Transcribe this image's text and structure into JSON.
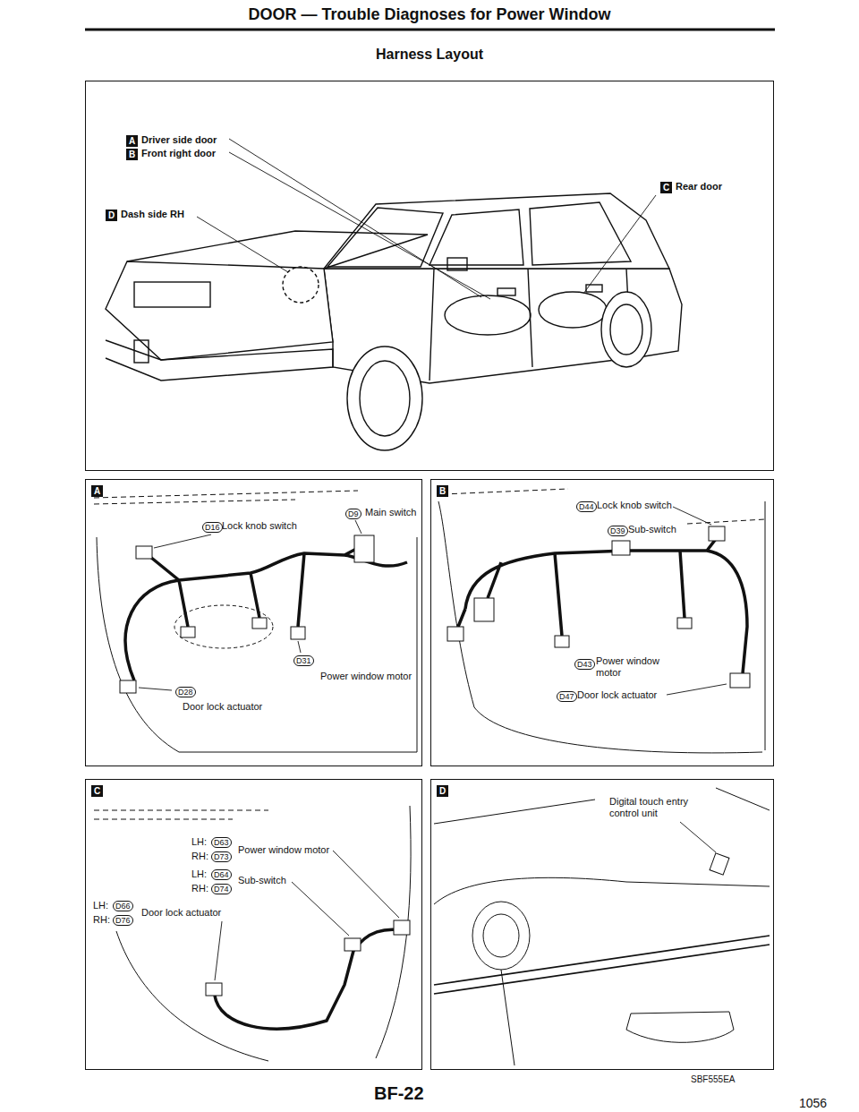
{
  "diagram": {
    "title": "DOOR — Trouble Diagnoses for Power Window",
    "nodes": [
      {
        "text": [
          "A",
          "Driver side door",
          "B",
          "Front right door",
          "C",
          "Rear door",
          "D",
          "Dash side RH"
        ]
      },
      {
        "text": [
          "A",
          "D16",
          "Lock knob switch",
          "D9",
          "Main switch",
          "D31",
          "Power window motor",
          "D28",
          "Door lock actuator"
        ]
      },
      {
        "text": [
          "B",
          "D44",
          "Lock knob switch",
          "D39",
          "Sub-switch",
          "D43",
          "Power window motor",
          "D47",
          "Door lock actuator"
        ]
      },
      {
        "text": [
          "C",
          "LH:",
          "D63",
          "Power window motor",
          "RH:",
          "D73",
          "LH:",
          "D64",
          "Sub-switch",
          "RH:",
          "D74",
          "LH:",
          "D66",
          "Door lock actuator",
          "RH:",
          "D76"
        ]
      },
      {
        "text": [
          "D",
          "Digital touch entry control unit"
        ]
      }
    ],
    "labels": [
      "Harness Layout",
      "SBF555EA",
      "BF-22",
      "1056"
    ]
  }
}
